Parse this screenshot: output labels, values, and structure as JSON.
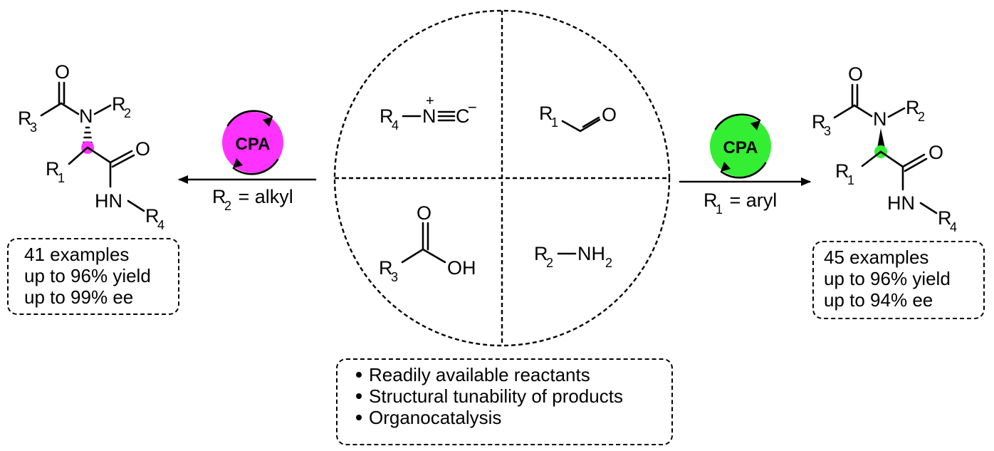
{
  "catalyst": {
    "label": "CPA",
    "color_left": "#ff33ff",
    "color_right": "#33ee33"
  },
  "conditions": {
    "left": {
      "r": "R",
      "sub": "2",
      "rest": " = alkyl"
    },
    "right": {
      "r": "R",
      "sub": "1",
      "rest": " = aryl"
    }
  },
  "reactants": {
    "isocyanide": {
      "r": "R",
      "sub": "4",
      "n": "N",
      "c": "C",
      "plus": "+",
      "minus": "−"
    },
    "aldehyde": {
      "r": "R",
      "sub": "1",
      "o": "O"
    },
    "acid": {
      "r": "R",
      "sub": "3",
      "o": "O",
      "oh": "OH"
    },
    "amine": {
      "r": "R",
      "sub": "2",
      "nh": "NH",
      "nh_sub": "2"
    }
  },
  "product": {
    "o": "O",
    "n": "N",
    "hn": "HN",
    "r1": "R",
    "r1_sub": "1",
    "r2": "R",
    "r2_sub": "2",
    "r3": "R",
    "r3_sub": "3",
    "r4": "R",
    "r4_sub": "4"
  },
  "results": {
    "left": [
      "41 examples",
      "up to 96% yield",
      "up to 99% ee"
    ],
    "right": [
      "45 examples",
      "up to 96% yield",
      "up to 94% ee"
    ]
  },
  "features": [
    "Readily available reactants",
    "Structural tunability of products",
    "Organocatalysis"
  ]
}
